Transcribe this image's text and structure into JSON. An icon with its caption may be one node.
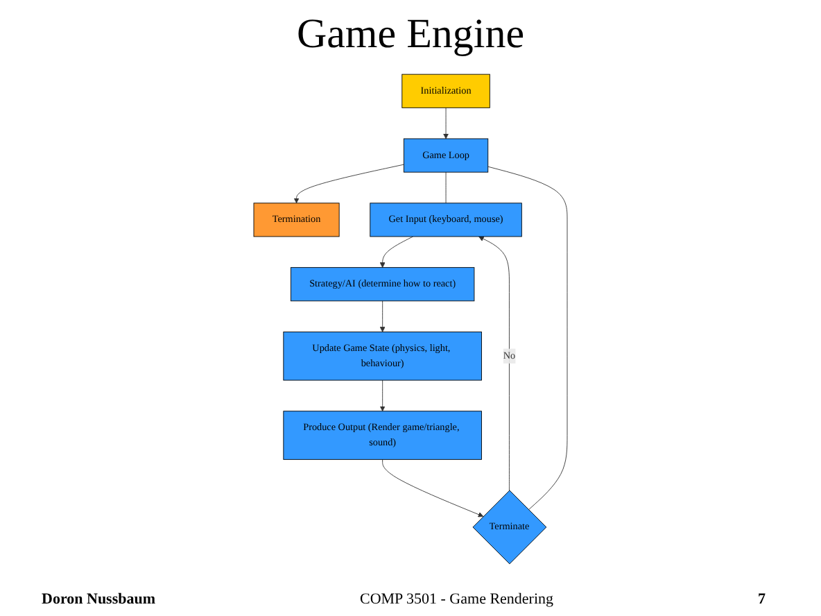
{
  "diagram": {
    "title": "Game Engine",
    "nodes": [
      {
        "text": [
          "Initialization"
        ]
      },
      {
        "text": [
          "Game Loop"
        ]
      },
      {
        "text": [
          "Termination"
        ]
      },
      {
        "text": [
          "Get Input (keyboard, mouse)"
        ]
      },
      {
        "text": [
          "Strategy/AI (determine how to react)"
        ]
      },
      {
        "text": [
          "Update Game State (physics, light, behaviour)"
        ]
      },
      {
        "text": [
          "Produce Output (Render game/triangle, sound)"
        ]
      },
      {
        "text": [
          "Terminate"
        ]
      }
    ],
    "edges": [
      {
        "from": 0,
        "to": 1,
        "arrow": "to"
      },
      {
        "from": 1,
        "to": 2,
        "arrow": "to"
      },
      {
        "from": 3,
        "to": 4,
        "arrow": "to"
      },
      {
        "from": 4,
        "to": 5,
        "arrow": "to"
      },
      {
        "from": 5,
        "to": 6,
        "arrow": "to"
      },
      {
        "from": 6,
        "to": 7,
        "arrow": "to"
      },
      {
        "from": 7,
        "to": 3,
        "arrow": "to",
        "label": "No"
      },
      {
        "from": 1,
        "to": 3,
        "arrow": "none"
      },
      {
        "from": 1,
        "to": 7,
        "arrow": "none"
      }
    ],
    "labels": [
      "Doron Nussbaum",
      "COMP 3501 - Game Rendering",
      "7"
    ]
  }
}
